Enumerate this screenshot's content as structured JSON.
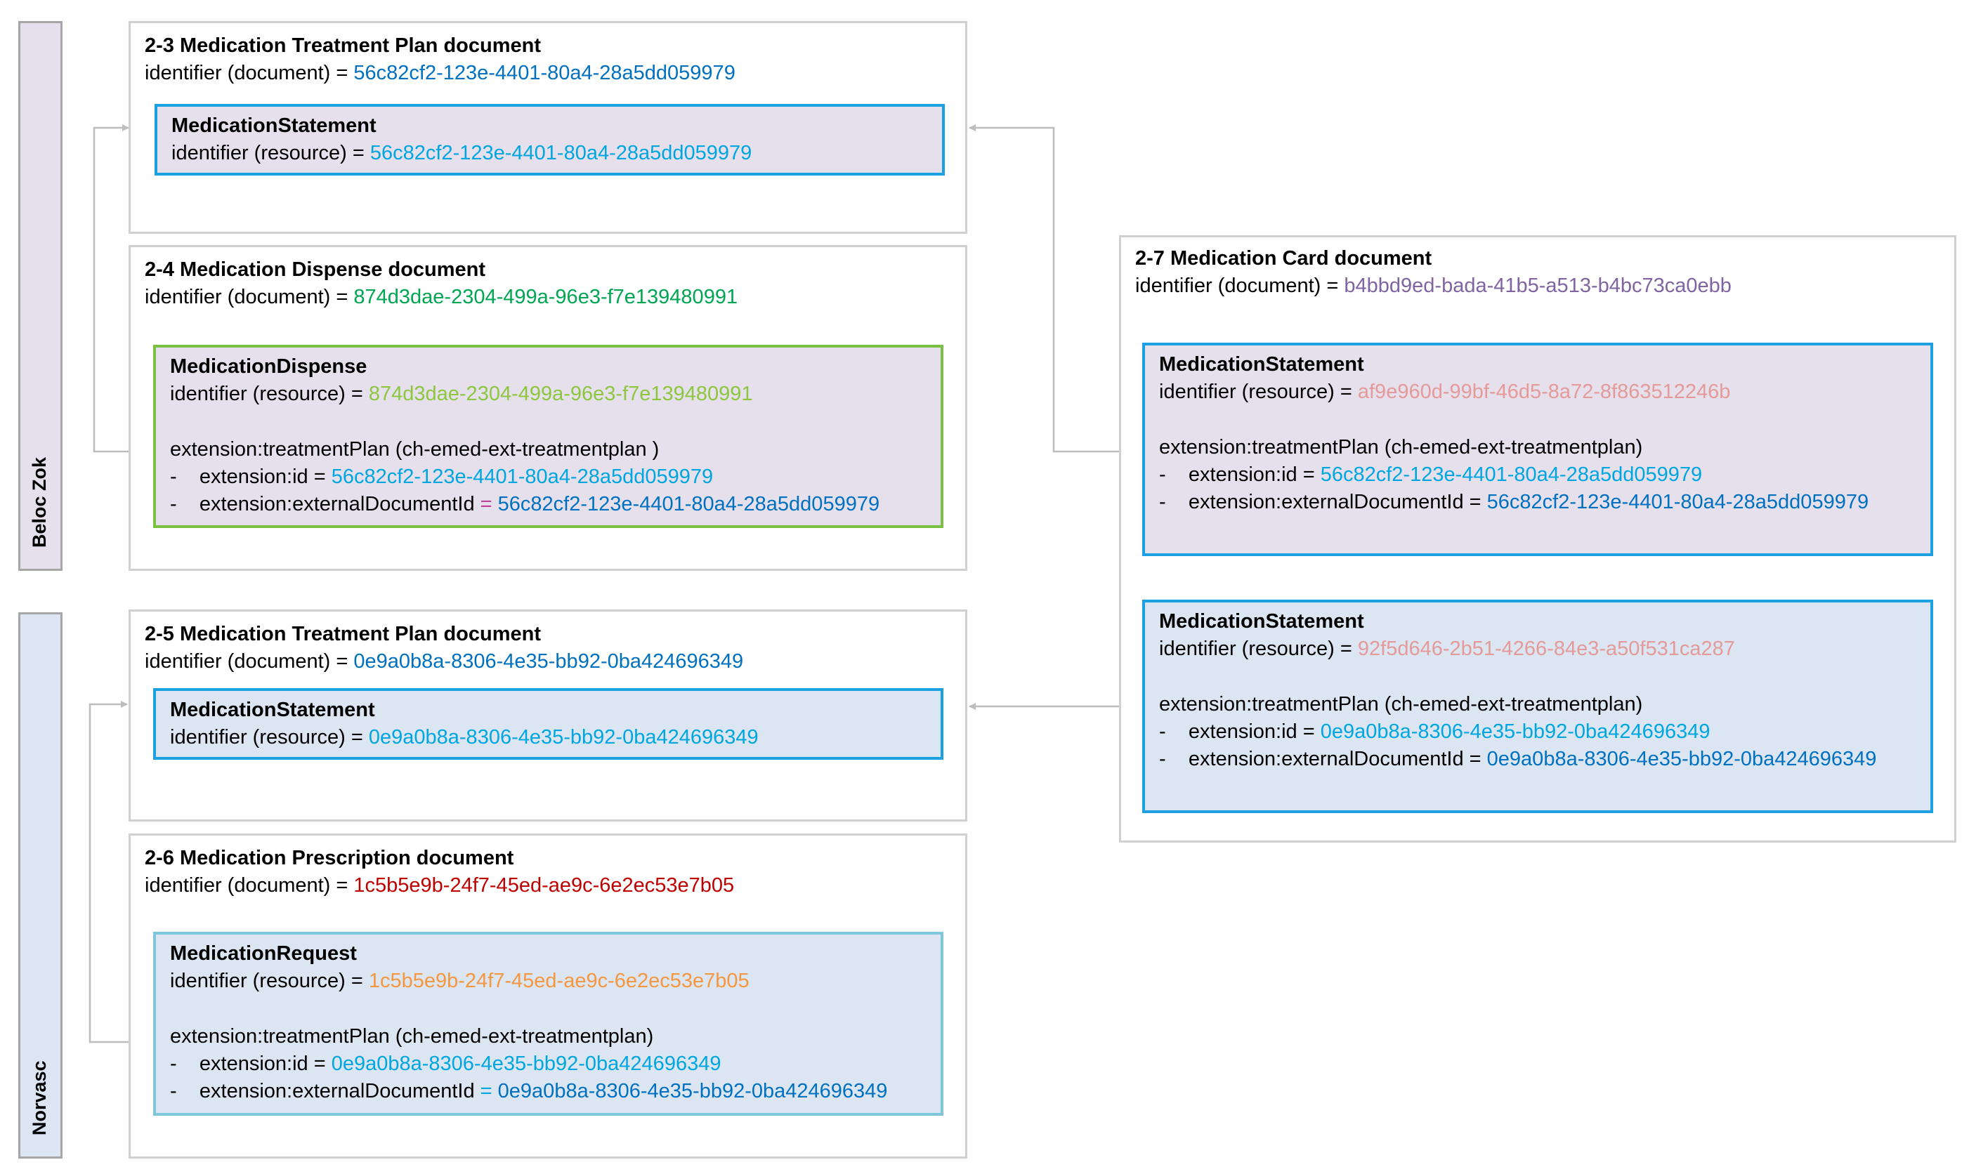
{
  "sidebars": {
    "beloc": "Beloc Zok",
    "norvasc": "Norvasc"
  },
  "doc23": {
    "title": "2-3 Medication Treatment Plan document",
    "id_label": "identifier (document) = ",
    "id_value": "56c82cf2-123e-4401-80a4-28a5dd059979",
    "res": {
      "title": "MedicationStatement",
      "id_label": "identifier (resource) = ",
      "id_value": "56c82cf2-123e-4401-80a4-28a5dd059979"
    }
  },
  "doc24": {
    "title": "2-4  Medication Dispense document",
    "id_label": "identifier (document) = ",
    "id_value": "874d3dae-2304-499a-96e3-f7e139480991",
    "res": {
      "title": "MedicationDispense",
      "id_label": "identifier (resource) = ",
      "id_value": "874d3dae-2304-499a-96e3-f7e139480991",
      "ext": "extension:treatmentPlan (ch-emed-ext-treatmentplan )",
      "ext_id_label": "-    extension:id = ",
      "ext_id_value": "56c82cf2-123e-4401-80a4-28a5dd059979",
      "ext_doc_label": "-    extension:externalDocumentId ",
      "ext_doc_eq": "= ",
      "ext_doc_value": "56c82cf2-123e-4401-80a4-28a5dd059979"
    }
  },
  "doc25": {
    "title": "2-5 Medication Treatment Plan document",
    "id_label": "identifier (document) = ",
    "id_value": "0e9a0b8a-8306-4e35-bb92-0ba424696349",
    "res": {
      "title": "MedicationStatement",
      "id_label": "identifier (resource) = ",
      "id_value": "0e9a0b8a-8306-4e35-bb92-0ba424696349"
    }
  },
  "doc26": {
    "title": "2-6 Medication Prescription document",
    "id_label": "identifier (document) = ",
    "id_value": "1c5b5e9b-24f7-45ed-ae9c-6e2ec53e7b05",
    "res": {
      "title": "MedicationRequest",
      "id_label": "identifier (resource) = ",
      "id_value": "1c5b5e9b-24f7-45ed-ae9c-6e2ec53e7b05",
      "ext": "extension:treatmentPlan (ch-emed-ext-treatmentplan)",
      "ext_id_label": "-    extension:id = ",
      "ext_id_value": "0e9a0b8a-8306-4e35-bb92-0ba424696349",
      "ext_doc_label": "-    extension:externalDocumentId ",
      "ext_doc_eq": "= ",
      "ext_doc_value": "0e9a0b8a-8306-4e35-bb92-0ba424696349"
    }
  },
  "doc27": {
    "title": "2-7 Medication Card document",
    "id_label": "identifier (document) = ",
    "id_value": "b4bbd9ed-bada-41b5-a513-b4bc73ca0ebb",
    "res1": {
      "title": "MedicationStatement",
      "id_label": "identifier (resource) = ",
      "id_value": "af9e960d-99bf-46d5-8a72-8f863512246b",
      "ext": "extension:treatmentPlan (ch-emed-ext-treatmentplan)",
      "ext_id_label": "-    extension:id = ",
      "ext_id_value": "56c82cf2-123e-4401-80a4-28a5dd059979",
      "ext_doc_label": "-    extension:externalDocumentId = ",
      "ext_doc_value": "56c82cf2-123e-4401-80a4-28a5dd059979"
    },
    "res2": {
      "title": "MedicationStatement",
      "id_label": "identifier (resource) = ",
      "id_value": "92f5d646-2b51-4266-84e3-a50f531ca287",
      "ext": "extension:treatmentPlan (ch-emed-ext-treatmentplan)",
      "ext_id_label": "-    extension:id = ",
      "ext_id_value": "0e9a0b8a-8306-4e35-bb92-0ba424696349",
      "ext_doc_label": "-    extension:externalDocumentId = ",
      "ext_doc_value": "0e9a0b8a-8306-4e35-bb92-0ba424696349"
    }
  }
}
